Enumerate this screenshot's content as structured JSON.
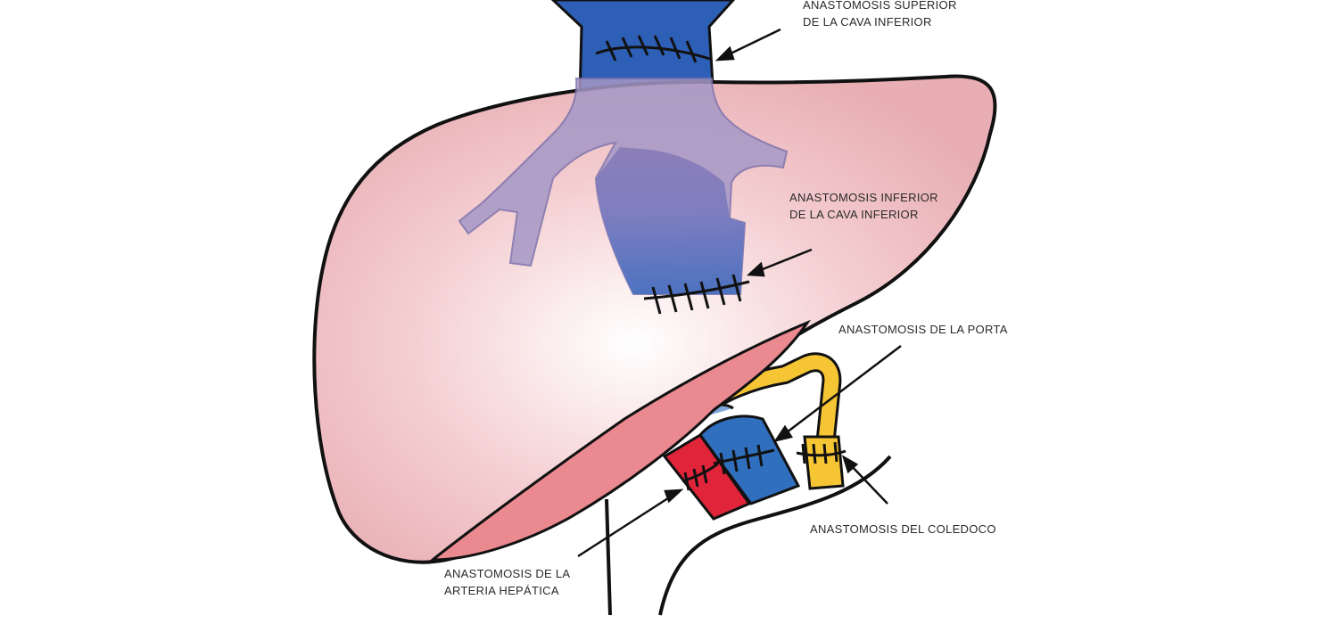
{
  "labels": {
    "sup_cava": [
      "ANASTOMOSIS SUPERIOR",
      "DE LA CAVA INFERIOR"
    ],
    "inf_cava": [
      "ANASTOMOSIS INFERIOR",
      "DE LA CAVA INFERIOR"
    ],
    "porta": [
      "ANASTOMOSIS DE LA PORTA"
    ],
    "coledoco": [
      "ANASTOMOSIS DEL COLEDOCO"
    ],
    "arteria": [
      "ANASTOMOSIS DE LA",
      "ARTERIA HEPÁTICA"
    ]
  },
  "colors": {
    "liver": "#f2c4c6",
    "liver_underside": "#ea8a90",
    "vena_cava": "#2f63b6",
    "hepatic_veins": "#9b8fc0",
    "portal_vein": "#2f6fbd",
    "hepatic_artery": "#e0243a",
    "bile_duct": "#f6c534",
    "outline": "#111111"
  }
}
